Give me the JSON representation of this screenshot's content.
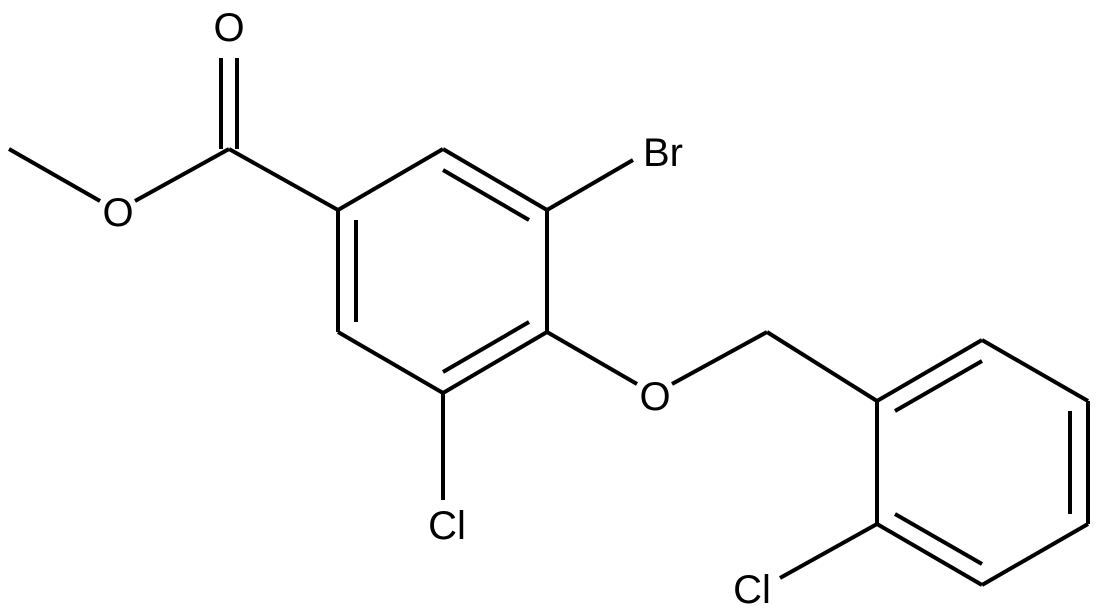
{
  "molecule": {
    "atoms": {
      "carbonyl_oxygen": "O",
      "ester_oxygen": "O",
      "bromine": "Br",
      "ether_oxygen": "O",
      "ring_chlorine": "Cl",
      "benzyl_chlorine": "Cl"
    },
    "colors": {
      "bond": "#000000",
      "label": "#000000",
      "background": "#ffffff"
    }
  }
}
